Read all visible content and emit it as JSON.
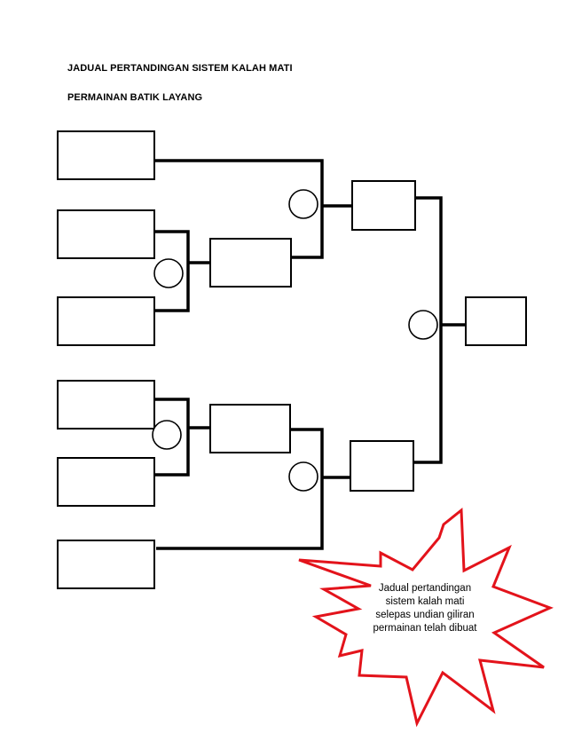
{
  "title": "JADUAL PERTANDINGAN SISTEM  KALAH MATI",
  "subtitle": "PERMAINAN BATIK LAYANG",
  "note_lines": [
    "Jadual pertandingan",
    "sistem kalah mati",
    "selepas undian giliran",
    "permainan telah dibuat"
  ],
  "colors": {
    "line": "#000000",
    "box_fill": "#ffffff",
    "burst_stroke": "#e3131b",
    "burst_fill": "#ffffff"
  },
  "icons": {
    "match_marker": "circle-icon",
    "callout": "starburst-icon"
  }
}
